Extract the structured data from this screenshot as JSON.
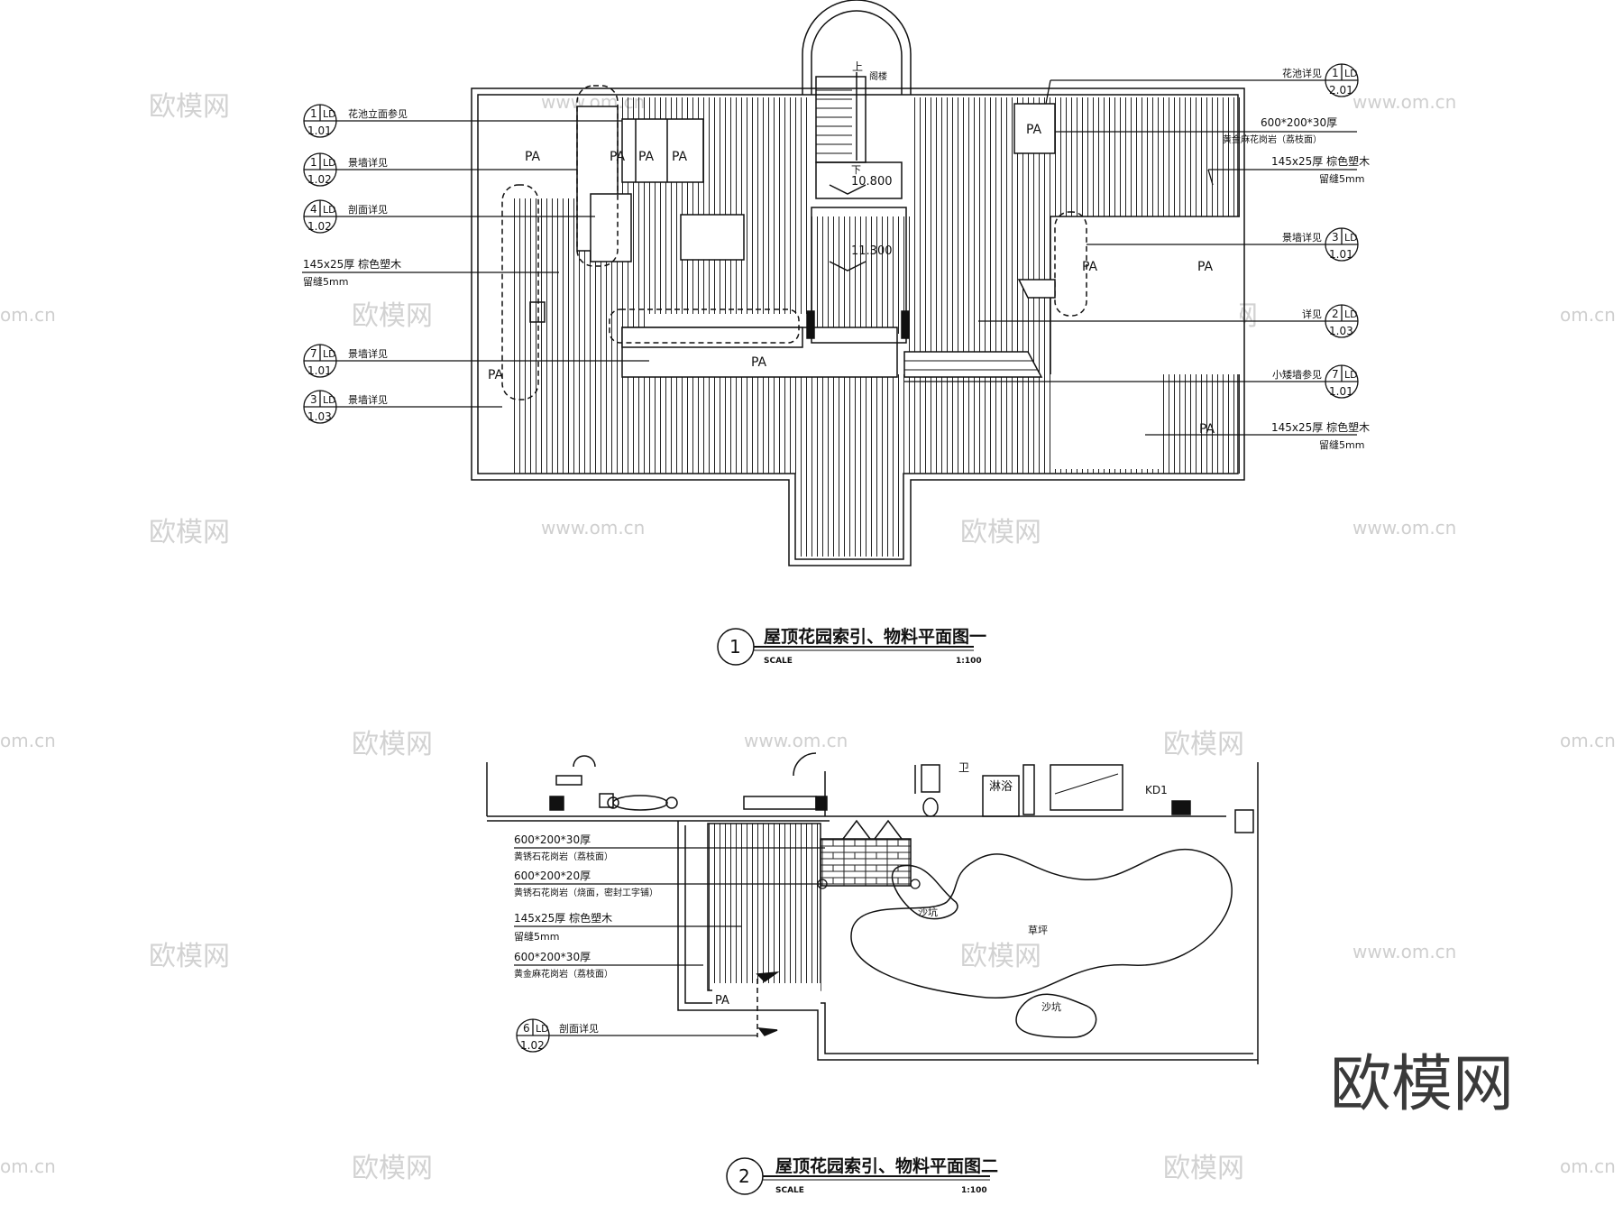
{
  "plan1": {
    "title": "屋顶花园索引、物料平面图一",
    "number": "1",
    "scale_label": "SCALE",
    "scale_value": "1:100",
    "levels": [
      "10.800",
      "11.300"
    ],
    "pa_label": "PA",
    "stair_up": "上",
    "stair_down": "下",
    "stair_note": "阁楼",
    "left_callouts": [
      {
        "top": "1",
        "unit": "LD",
        "bottom": "1.01",
        "text": "花池立面参见"
      },
      {
        "top": "1",
        "unit": "LD",
        "bottom": "1.02",
        "text": "景墙详见"
      },
      {
        "top": "4",
        "unit": "LD",
        "bottom": "1.02",
        "text": "剖面详见"
      },
      {
        "top": "7",
        "unit": "LD",
        "bottom": "1.01",
        "text": "景墙详见"
      },
      {
        "top": "3",
        "unit": "LD",
        "bottom": "1.03",
        "text": "景墙详见"
      }
    ],
    "left_material": {
      "line1": "145x25厚  棕色塑木",
      "line2": "留缝5mm"
    },
    "right_callouts": [
      {
        "top": "1",
        "unit": "LD",
        "bottom": "2.01",
        "text": "花池详见"
      },
      {
        "top": "3",
        "unit": "LD",
        "bottom": "1.01",
        "text": "景墙详见"
      },
      {
        "top": "2",
        "unit": "LD",
        "bottom": "1.03",
        "text": "详见"
      },
      {
        "top": "7",
        "unit": "LD",
        "bottom": "1.01",
        "text": "小矮墙参见"
      }
    ],
    "right_materials": [
      {
        "line1": "600*200*30厚",
        "line2": "黄金麻花岗岩（荔枝面）"
      },
      {
        "line1": "145x25厚  棕色塑木",
        "line2": "留缝5mm"
      },
      {
        "line1": "145x25厚  棕色塑木",
        "line2": "留缝5mm"
      }
    ]
  },
  "plan2": {
    "title": "屋顶花园索引、物料平面图二",
    "number": "2",
    "scale_label": "SCALE",
    "scale_value": "1:100",
    "room_labels": {
      "bath": "卫",
      "shower": "淋浴",
      "door": "KD1",
      "sandpit": "沙坑",
      "grass": "草坪"
    },
    "pa_label": "PA",
    "materials": [
      {
        "line1": "600*200*30厚",
        "line2": "黄锈石花岗岩（荔枝面）"
      },
      {
        "line1": "600*200*20厚",
        "line2": "黄锈石花岗岩（烧面，密封工字铺）"
      },
      {
        "line1": "145x25厚  棕色塑木",
        "line2": "留缝5mm"
      },
      {
        "line1": "600*200*30厚",
        "line2": "黄金麻花岗岩（荔枝面）"
      }
    ],
    "callout": {
      "top": "6",
      "unit": "LD",
      "bottom": "1.02",
      "text": "剖面详见"
    }
  },
  "watermark": {
    "brand": "欧模网",
    "url": "www.om.cn",
    "url_short": "om.cn"
  }
}
